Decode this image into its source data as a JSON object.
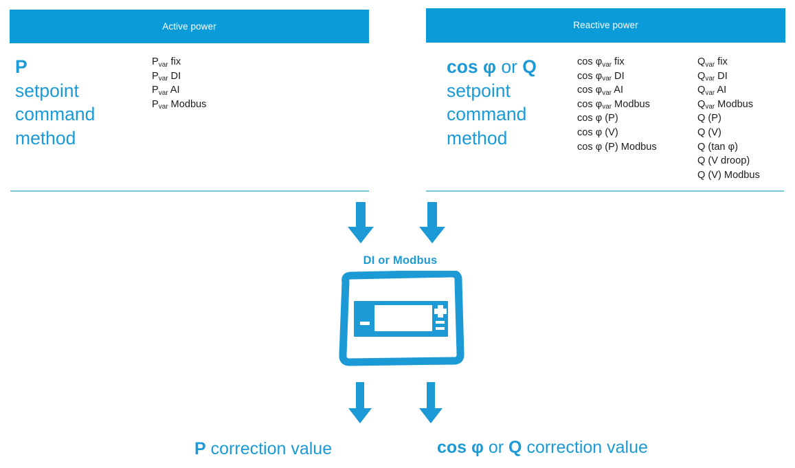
{
  "colors": {
    "header_bar": "#0C9BD9",
    "accent_blue": "#1B9AD6",
    "divider_blue": "#79C5DE",
    "body_text": "#1b1b1b",
    "header_text": "#FFFFFF",
    "background": "#FFFFFF"
  },
  "panels": [
    {
      "id": "active",
      "header": "Active power",
      "heading_html": "<b>P</b>\nsetpoint\ncommand\nmethod",
      "heading_plain": "P setpoint command method",
      "columns": [
        {
          "id": "p-methods",
          "items": [
            "P<sub>var</sub> fix",
            "P<sub>var</sub> DI",
            "P<sub>var</sub> AI",
            "P<sub>var</sub> Modbus"
          ],
          "items_plain": [
            "Pvar fix",
            "Pvar DI",
            "Pvar AI",
            "Pvar Modbus"
          ]
        }
      ]
    },
    {
      "id": "reactive",
      "header": "Reactive power",
      "heading_html": "<b>cos φ</b> or <b>Q</b>\nsetpoint\ncommand\nmethod",
      "heading_plain": "cos φ or Q setpoint command method",
      "columns": [
        {
          "id": "cos-phi-methods",
          "items": [
            "cos φ<sub>var</sub> fix",
            "cos φ<sub>var</sub> DI",
            "cos φ<sub>var</sub> AI",
            "cos φ<sub>var</sub> Modbus",
            "cos φ (P)",
            "cos φ (V)",
            "cos φ (P) Modbus"
          ],
          "items_plain": [
            "cos φvar fix",
            "cos φvar DI",
            "cos φvar AI",
            "cos φvar Modbus",
            "cos φ (P)",
            "cos φ (V)",
            "cos φ (P) Modbus"
          ]
        },
        {
          "id": "q-methods",
          "items": [
            "Q<sub>var</sub> fix",
            "Q<sub>var</sub> DI",
            "Q<sub>var</sub> AI",
            "Q<sub>var</sub> Modbus",
            "Q (P)",
            "Q (V)",
            "Q (tan φ)",
            "Q (V droop)",
            "Q (V) Modbus"
          ],
          "items_plain": [
            "Qvar fix",
            "Qvar DI",
            "Qvar AI",
            "Qvar Modbus",
            "Q (P)",
            "Q (V)",
            "Q (tan φ)",
            "Q (V droop)",
            "Q (V) Modbus"
          ]
        }
      ]
    }
  ],
  "middle": {
    "transport_label": "DI or Modbus",
    "device_icon": "controller-display-icon",
    "device_buttons": [
      "minus-button",
      "plus-button",
      "menu-lines"
    ]
  },
  "outputs": [
    {
      "id": "p-correction",
      "html": "<b>P</b> correction value",
      "plain": "P correction value"
    },
    {
      "id": "q-correction",
      "html": "<b>cos φ</b> or <b>Q</b> correction value",
      "plain": "cos φ or Q correction value"
    }
  ],
  "arrows": {
    "icon": "arrow-down-icon",
    "top_count": 2,
    "bottom_count": 2
  }
}
